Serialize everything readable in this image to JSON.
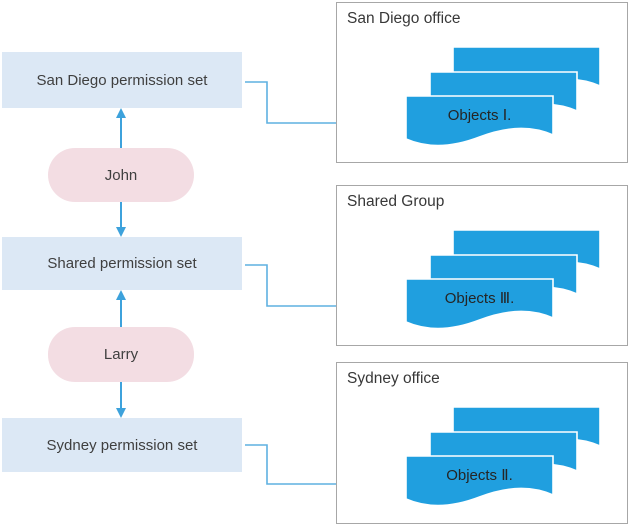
{
  "diagram": {
    "permission_sets": [
      {
        "id": "san-diego",
        "label": "San Diego permission set"
      },
      {
        "id": "shared",
        "label": "Shared permission set"
      },
      {
        "id": "sydney",
        "label": "Sydney permission set"
      }
    ],
    "users": [
      {
        "id": "john",
        "label": "John"
      },
      {
        "id": "larry",
        "label": "Larry"
      }
    ],
    "groups": [
      {
        "id": "san-diego-office",
        "title": "San Diego office",
        "objects_label": "Objects Ⅰ."
      },
      {
        "id": "shared-group",
        "title": "Shared Group",
        "objects_label": "Objects Ⅲ."
      },
      {
        "id": "sydney-office",
        "title": "Sydney office",
        "objects_label": "Objects Ⅱ."
      }
    ],
    "colors": {
      "permission_set_fill": "#dce8f5",
      "user_fill": "#f3dde3",
      "document_fill": "#209fdf",
      "connector_line": "#5fb1e1",
      "user_arrow": "#3da2dc",
      "group_border": "#a7a7a7",
      "text": "#3b3b3b"
    }
  }
}
